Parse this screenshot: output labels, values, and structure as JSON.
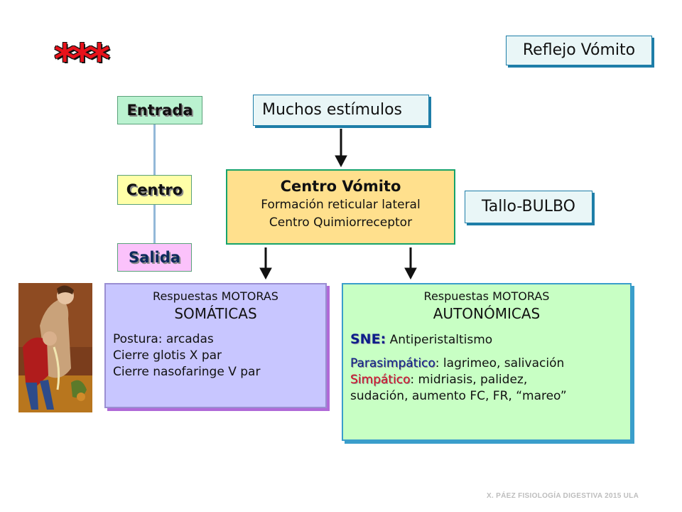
{
  "stars": "***",
  "title": "Reflejo Vómito",
  "labels": {
    "entrada": "Entrada",
    "centro": "Centro",
    "salida": "Salida"
  },
  "stimuli": "Muchos estímulos",
  "center": {
    "title": "Centro Vómito",
    "line1": "Formación reticular lateral",
    "line2": "Centro Quimiorreceptor"
  },
  "location": "Tallo-BULBO",
  "somatic": {
    "heading": "Respuestas MOTORAS",
    "type": "SOMÁTICAS",
    "items": [
      "Postura: arcadas",
      "Cierre glotis X par",
      "Cierre nasofaringe V par"
    ]
  },
  "autonomic": {
    "heading": "Respuestas MOTORAS",
    "type": "AUTONÓMICAS",
    "sne_label": "SNE:",
    "sne_text": " Antiperistaltismo",
    "para_label": "Parasimpático",
    "para_text": ": lagrimeo, salivación",
    "simp_label": "Simpático",
    "simp_text": ": midriasis, palidez,",
    "simp_text2": "sudación, aumento FC, FR, “mareo”"
  },
  "footer": "X. PÁEZ  FISIOLOGÍA DIGESTIVA 2015 ULA",
  "colors": {
    "stars": "#e8121b",
    "sne": "#0d1f8a",
    "simpatico": "#d5122a",
    "arrow": "#111111"
  }
}
